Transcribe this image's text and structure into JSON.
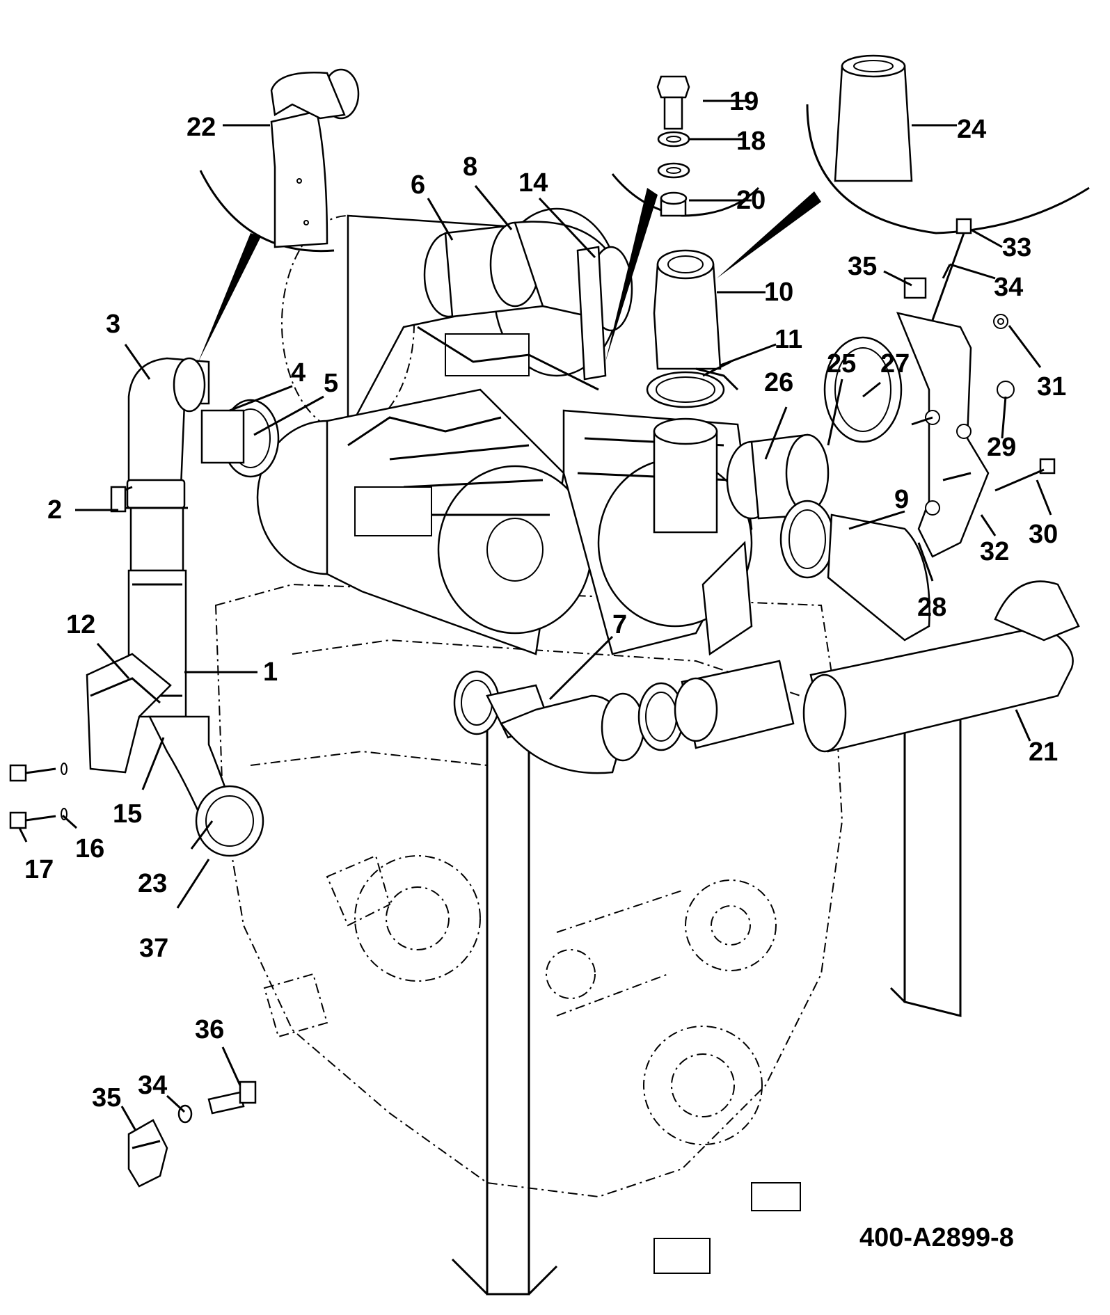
{
  "diagram": {
    "drawing_number": "400-A2899-8",
    "callouts": [
      {
        "id": "c1",
        "label": "1"
      },
      {
        "id": "c2",
        "label": "2"
      },
      {
        "id": "c3",
        "label": "3"
      },
      {
        "id": "c4",
        "label": "4"
      },
      {
        "id": "c5",
        "label": "5"
      },
      {
        "id": "c6",
        "label": "6"
      },
      {
        "id": "c7",
        "label": "7"
      },
      {
        "id": "c8",
        "label": "8"
      },
      {
        "id": "c9",
        "label": "9"
      },
      {
        "id": "c10",
        "label": "10"
      },
      {
        "id": "c11",
        "label": "11"
      },
      {
        "id": "c12",
        "label": "12"
      },
      {
        "id": "c14",
        "label": "14"
      },
      {
        "id": "c15",
        "label": "15"
      },
      {
        "id": "c16",
        "label": "16"
      },
      {
        "id": "c17",
        "label": "17"
      },
      {
        "id": "c18",
        "label": "18"
      },
      {
        "id": "c19",
        "label": "19"
      },
      {
        "id": "c20",
        "label": "20"
      },
      {
        "id": "c21",
        "label": "21"
      },
      {
        "id": "c22",
        "label": "22"
      },
      {
        "id": "c23",
        "label": "23"
      },
      {
        "id": "c24",
        "label": "24"
      },
      {
        "id": "c25",
        "label": "25"
      },
      {
        "id": "c26",
        "label": "26"
      },
      {
        "id": "c27",
        "label": "27"
      },
      {
        "id": "c28",
        "label": "28"
      },
      {
        "id": "c29",
        "label": "29"
      },
      {
        "id": "c30",
        "label": "30"
      },
      {
        "id": "c31",
        "label": "31"
      },
      {
        "id": "c32",
        "label": "32"
      },
      {
        "id": "c33",
        "label": "33"
      },
      {
        "id": "c34a",
        "label": "34"
      },
      {
        "id": "c35a",
        "label": "35"
      },
      {
        "id": "c34b",
        "label": "34"
      },
      {
        "id": "c35b",
        "label": "35"
      },
      {
        "id": "c36",
        "label": "36"
      },
      {
        "id": "c37",
        "label": "37"
      }
    ]
  }
}
